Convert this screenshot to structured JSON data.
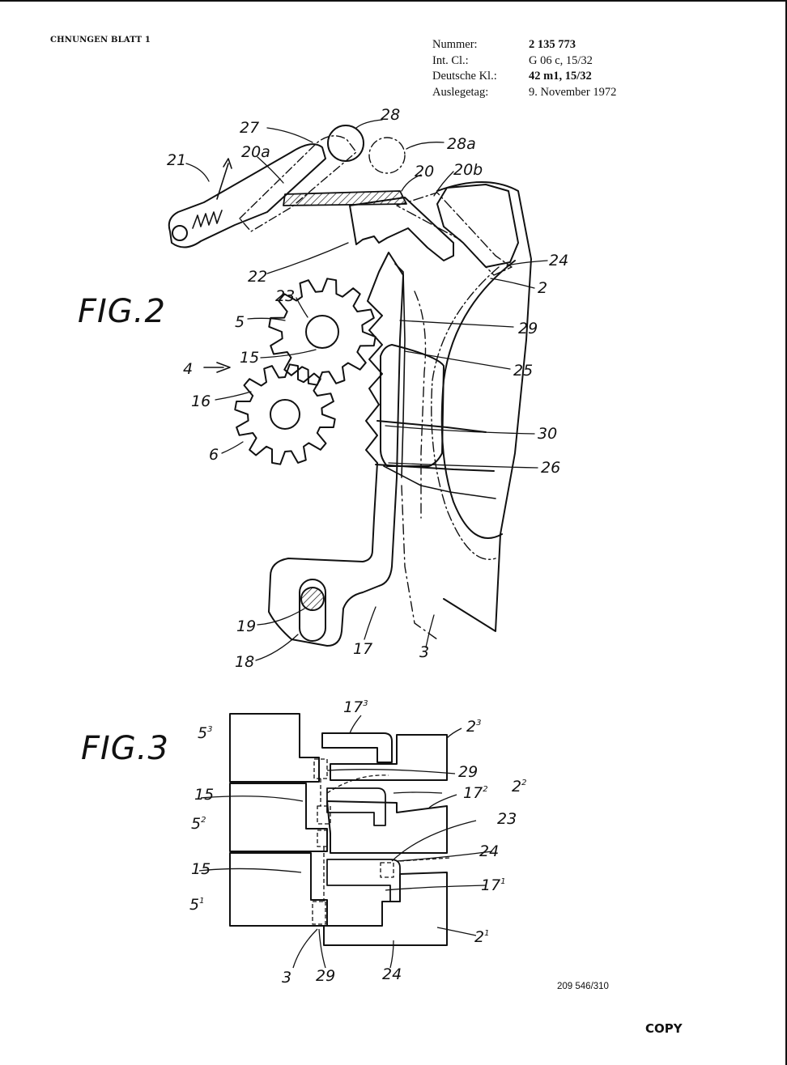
{
  "header": {
    "sheet_label": "CHNUNGEN BLATT 1",
    "meta": [
      {
        "key": "Nummer:",
        "value": "2 135 773"
      },
      {
        "key": "Int. Cl.:",
        "value": "G 06 c, 15/32"
      },
      {
        "key": "Deutsche Kl.:",
        "value": "42 m1, 15/32"
      },
      {
        "key": "Auslegetag:",
        "value": "9. November 1972"
      }
    ]
  },
  "figures": {
    "fig2": {
      "title": "FIG.2",
      "refs": [
        "28",
        "27",
        "28a",
        "21",
        "20a",
        "20",
        "20b",
        "24",
        "22",
        "2",
        "23",
        "5",
        "29",
        "15",
        "4",
        "25",
        "16",
        "30",
        "6",
        "26",
        "19",
        "17",
        "3",
        "18"
      ]
    },
    "fig3": {
      "title": "FIG.3",
      "refs": [
        "17",
        "3",
        "5",
        "3",
        "2",
        "3",
        "29",
        "15",
        "17",
        "2",
        "2",
        "2",
        "5",
        "2",
        "23",
        "24",
        "15",
        "17",
        "1",
        "5",
        "1",
        "2",
        "1",
        "3",
        "29",
        "24"
      ]
    }
  },
  "footer": {
    "doc_number": "209 546/310",
    "stamp": "COPY"
  }
}
